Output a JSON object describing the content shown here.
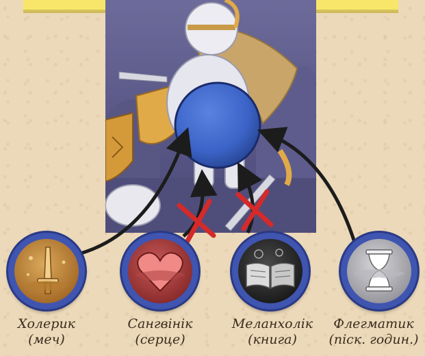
{
  "temperaments": [
    {
      "name": "Холерик",
      "symbol": "(меч)"
    },
    {
      "name": "Сангвінік",
      "symbol": "(серце)"
    },
    {
      "name": "Меланхолік",
      "symbol": "(книга)"
    },
    {
      "name": "Флегматик",
      "symbol": "(піск. годин.)"
    }
  ],
  "icons": {
    "choleric": "sword-icon",
    "sanguine": "heart-icon",
    "melancholic": "book-icon",
    "phlegmatic": "hourglass-icon",
    "blocked": "red-x-icon"
  },
  "colors": {
    "background": "#ecd9b9",
    "header_bar": "#f7e66a",
    "token_ring": "#3f55b0",
    "target_sphere": "#3c64c8",
    "blocked_mark": "#d42a2a",
    "arrow": "#1c1c1c",
    "choleric": "#c08a3a",
    "sanguine": "#b24848",
    "melancholic": "#2a2a2a",
    "phlegmatic": "#9a9aa0"
  }
}
